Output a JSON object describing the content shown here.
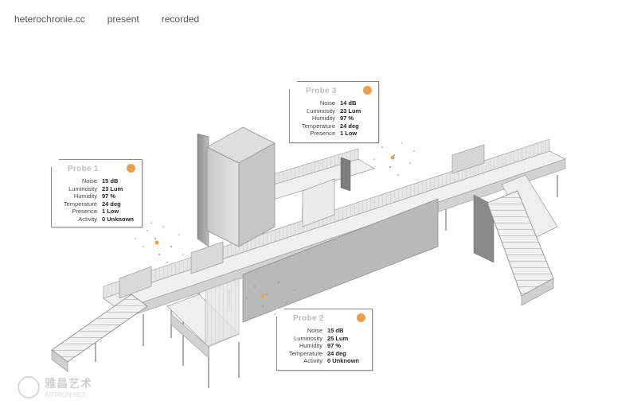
{
  "nav": {
    "brand": "heterochronie.cc",
    "present": "present",
    "recorded": "recorded"
  },
  "accent_color": "#e9a24a",
  "probes": [
    {
      "title": "Probe 1",
      "rows": [
        {
          "label": "Noise",
          "value": "15 dB"
        },
        {
          "label": "Luminosity",
          "value": "23 Lum"
        },
        {
          "label": "Humidity",
          "value": "97 %"
        },
        {
          "label": "Temperature",
          "value": "24 deg"
        },
        {
          "label": "Presence",
          "value": "1 Low"
        },
        {
          "label": "Activity",
          "value": "0 Unknown"
        }
      ]
    },
    {
      "title": "Probe 3",
      "rows": [
        {
          "label": "Noise",
          "value": "14 dB"
        },
        {
          "label": "Luminosity",
          "value": "23 Lum"
        },
        {
          "label": "Humidity",
          "value": "97 %"
        },
        {
          "label": "Temperature",
          "value": "24 deg"
        },
        {
          "label": "Presence",
          "value": "1 Low"
        }
      ]
    },
    {
      "title": "Probe 2",
      "rows": [
        {
          "label": "Noise",
          "value": "15 dB"
        },
        {
          "label": "Luminosity",
          "value": "25 Lum"
        },
        {
          "label": "Humidity",
          "value": "97 %"
        },
        {
          "label": "Temperature",
          "value": "24 deg"
        },
        {
          "label": "Activity",
          "value": "0 Unknown"
        }
      ]
    }
  ],
  "watermark": {
    "cn": "雅昌艺术",
    "en": "ARTRON.NET"
  }
}
